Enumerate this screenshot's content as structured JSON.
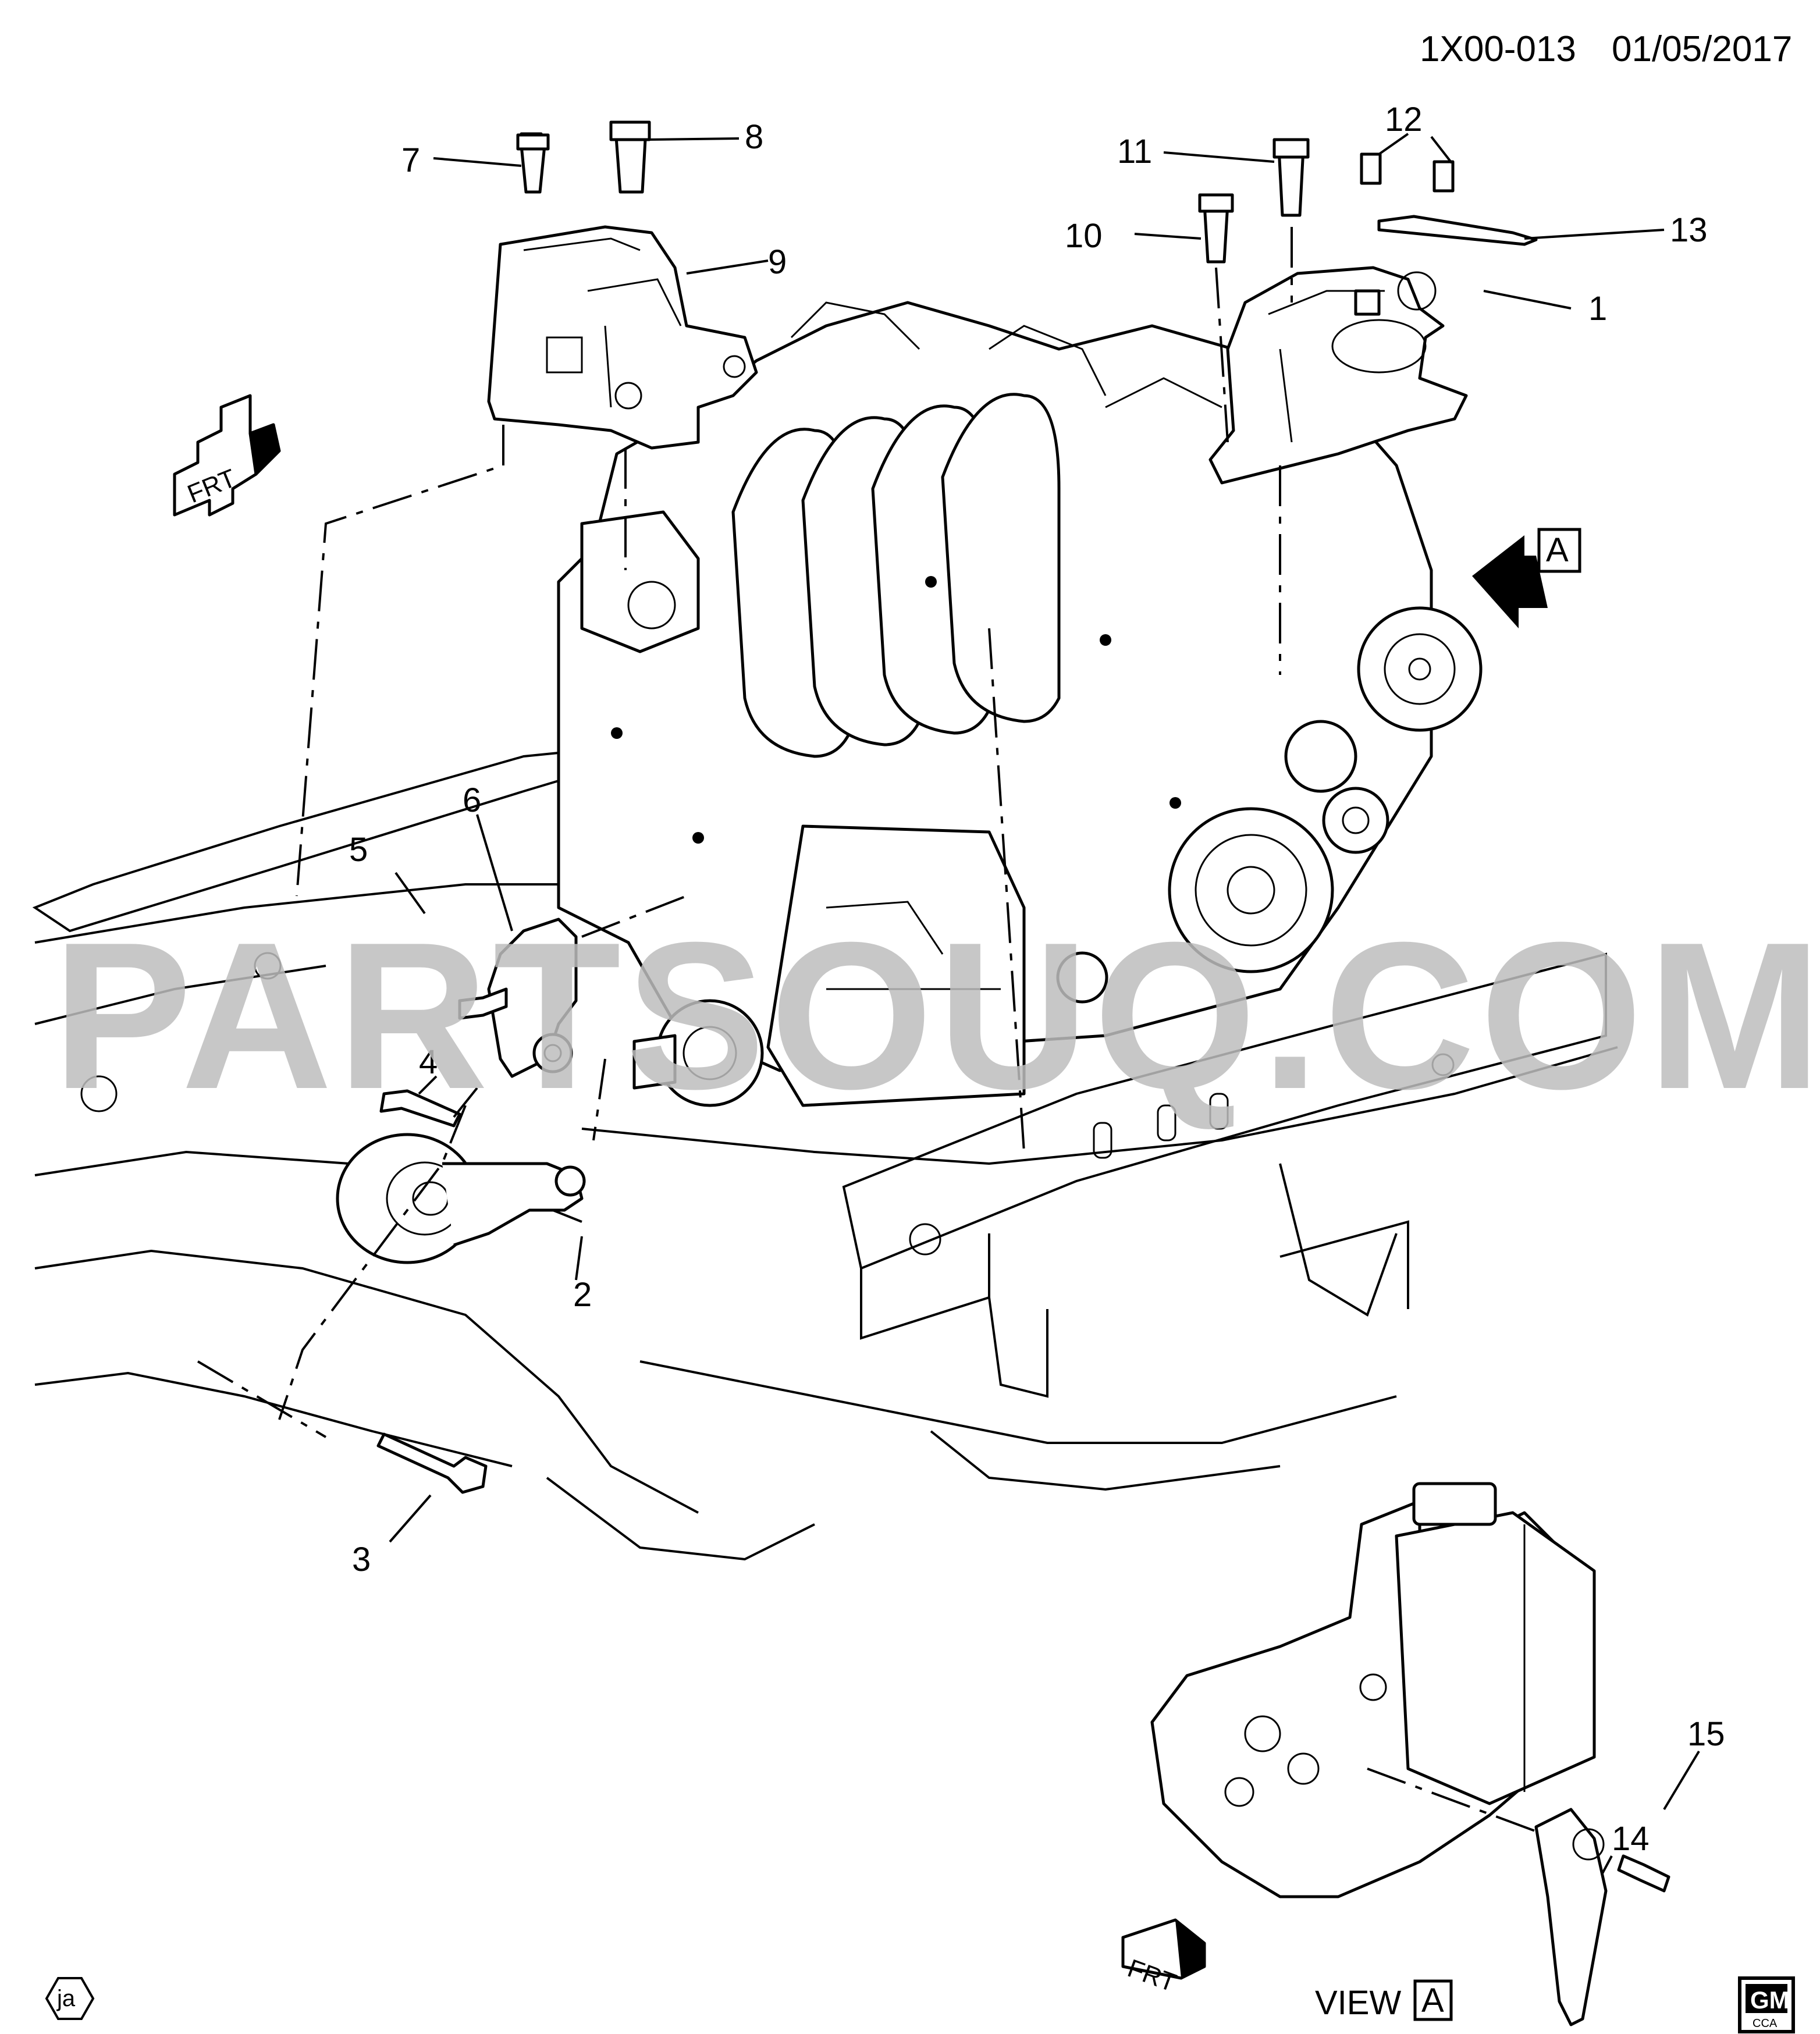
{
  "header": {
    "diagram_code": "1X00-013",
    "date": "01/05/2017"
  },
  "watermark": "PARTSOUQ.COM",
  "callouts": [
    {
      "id": "c1",
      "number": "1"
    },
    {
      "id": "c2",
      "number": "2"
    },
    {
      "id": "c3",
      "number": "3"
    },
    {
      "id": "c4",
      "number": "4"
    },
    {
      "id": "c5",
      "number": "5"
    },
    {
      "id": "c6",
      "number": "6"
    },
    {
      "id": "c7",
      "number": "7"
    },
    {
      "id": "c8",
      "number": "8"
    },
    {
      "id": "c9",
      "number": "9"
    },
    {
      "id": "c10",
      "number": "10"
    },
    {
      "id": "c11",
      "number": "11"
    },
    {
      "id": "c12",
      "number": "12"
    },
    {
      "id": "c13",
      "number": "13"
    },
    {
      "id": "c14",
      "number": "14"
    },
    {
      "id": "c15",
      "number": "15"
    }
  ],
  "view_marker": {
    "arrow_letter": "A"
  },
  "view_label": {
    "text": "VIEW",
    "letter": "A"
  },
  "front_indicator": {
    "text": "FRT"
  },
  "language_badge": "ja",
  "brand_badge": {
    "logo": "GM",
    "sub": "CCA"
  }
}
